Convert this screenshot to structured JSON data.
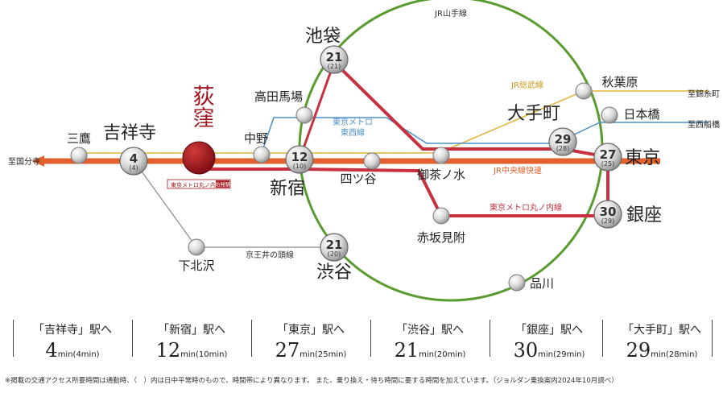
{
  "lines": {
    "yamanote": "JR山手線",
    "sobu": "JR総武線",
    "tozai": "東京メトロ\n東西線",
    "chuo": "JR中央線快速",
    "marunouchi": "東京メトロ丸ノ内線",
    "inokashira": "京王井の頭線"
  },
  "directions": {
    "kokubunji": "至国分寺",
    "kinshicho": "至錦糸町",
    "nishifunabashi": "至西船橋"
  },
  "stations": {
    "ogikubo": "荻窪",
    "ogikubo_sub": "東京メトロ丸ノ内線",
    "ogikubo_badge": "始発駅",
    "mitaka": "三鷹",
    "kichijoji": "吉祥寺",
    "kichijoji_num": "4",
    "kichijoji_sub": "(4)",
    "shimokitazawa": "下北沢",
    "nakano": "中野",
    "takadanobaba": "高田馬場",
    "ikebukuro": "池袋",
    "ikebukuro_num": "21",
    "ikebukuro_sub": "(21)",
    "shinjuku": "新宿",
    "shinjuku_num": "12",
    "shinjuku_sub": "(10)",
    "yotsuya": "四ツ谷",
    "shibuya": "渋谷",
    "shibuya_num": "21",
    "shibuya_sub": "(20)",
    "akasakamitsuke": "赤坂見附",
    "ochanomizu": "御茶ノ水",
    "otemachi": "大手町",
    "otemachi_num": "29",
    "otemachi_sub": "(28)",
    "akihabara": "秋葉原",
    "nihonbashi": "日本橋",
    "tokyo": "東京",
    "tokyo_num": "27",
    "tokyo_sub": "(25)",
    "ginza": "銀座",
    "ginza_num": "30",
    "ginza_sub": "(29)",
    "shinagawa": "品川"
  },
  "times": [
    {
      "label": "「吉祥寺」駅へ",
      "value": "4",
      "unit": "min",
      "paren": "(4min)"
    },
    {
      "label": "「新宿」駅へ",
      "value": "12",
      "unit": "min",
      "paren": "(10min)"
    },
    {
      "label": "「東京」駅へ",
      "value": "27",
      "unit": "min",
      "paren": "(25min)"
    },
    {
      "label": "「渋谷」駅へ",
      "value": "21",
      "unit": "min",
      "paren": "(20min)"
    },
    {
      "label": "「銀座」駅へ",
      "value": "30",
      "unit": "min",
      "paren": "(29min)"
    },
    {
      "label": "「大手町」駅へ",
      "value": "29",
      "unit": "min",
      "paren": "(28min)"
    }
  ],
  "note": "※掲載の交通アクセス所要時間は通勤時、（　）内は日中平常時のもので、時間帯により異なります。 また、乗り換え・待ち時間に要する時間を加えています。（ジョルダン乗換案内2024年10月調べ）",
  "colors": {
    "chuo": "#e1602d",
    "marunouchi": "#c7303f",
    "yamanote": "#5a9b2f",
    "sobu": "#e0b43a",
    "tozai": "#4a90c8",
    "inokashira": "#8a8a8a",
    "ogikubo": "#a4161e"
  }
}
